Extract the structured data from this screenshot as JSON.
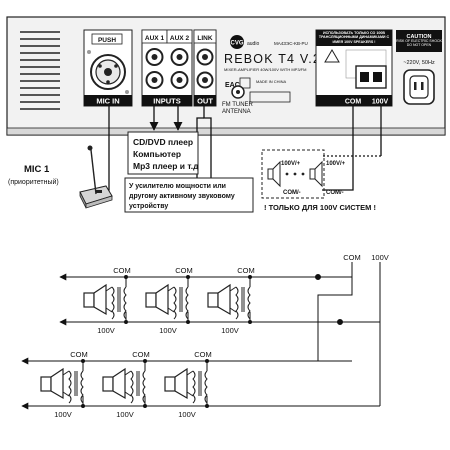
{
  "panel": {
    "push_label": "PUSH",
    "aux1_label": "AUX 1",
    "aux2_label": "AUX 2",
    "link_label": "LINK",
    "mic_in_label": "MIC IN",
    "inputs_label": "INPUTS",
    "out_label": "OUT",
    "brand": "CVG",
    "brand_sub": "audio",
    "brand_model_code": "MA4ЗЭС-KB-PU",
    "model_name": "REBOK T4 V.2",
    "model_sub": "MIXER-AMPLIFIER 40W/100V WITH MP3/FM",
    "tuner_label": "FM TUNER",
    "antenna_label": "ANTENNA",
    "made_in": "MADE IN CHINA",
    "warning_text": "ИСПОЛЬЗОВАТЬ ТОЛЬКО СО 100В ТРАНСЛЯЦИОННЫМИ ДИНАМИКАМИ С ИМЕЯ 100V SPEAKERS !",
    "com_label": "COM",
    "v100_label": "100V",
    "caution_title": "CAUTION",
    "caution_text": "RISK OF ELECTRIC SHOCK DO NOT OPEN",
    "power_label": "~220V, 50Hz"
  },
  "annotations": {
    "mic_title": "MIC 1",
    "mic_sub": "(приоритетный)",
    "sources_line1": "CD/DVD плеер",
    "sources_line2": "Компьютер",
    "sources_line3": "Мр3 плеер и т.д",
    "amp_line1": "У усилителю мощности или",
    "amp_line2": "другому активному звуковому",
    "amp_line3": "устройству",
    "spk_plus": "100V/+",
    "spk_minus": "COM/-",
    "only_100v": "! ТОЛЬКО ДЛЯ 100V СИСТЕМ !"
  },
  "wiring": {
    "com": "COM",
    "v100": "100V"
  }
}
